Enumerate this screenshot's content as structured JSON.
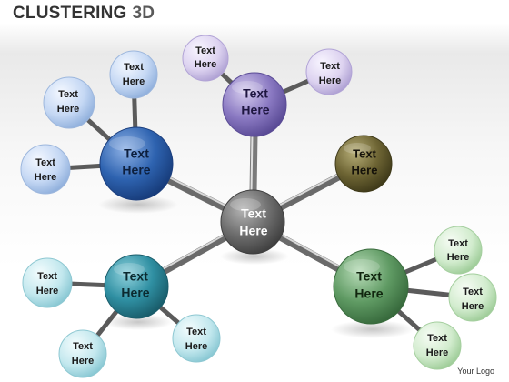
{
  "title": {
    "main": "CLUSTERING",
    "accent": "3D"
  },
  "footer": {
    "logo": "Your Logo"
  },
  "colors": {
    "center": "#6e6e6e",
    "blue": "#2e63b0",
    "purple": "#8a79c2",
    "olive": "#6e6534",
    "teal": "#2f8fa2",
    "green": "#5f9a63"
  },
  "nodes": {
    "center": {
      "line1": "Text",
      "line2": "Here"
    },
    "blue": {
      "line1": "Text",
      "line2": "Here"
    },
    "blue_top": {
      "line1": "Text",
      "line2": "Here"
    },
    "blue_upper": {
      "line1": "Text",
      "line2": "Here"
    },
    "blue_left": {
      "line1": "Text",
      "line2": "Here"
    },
    "purple": {
      "line1": "Text",
      "line2": "Here"
    },
    "purple_left": {
      "line1": "Text",
      "line2": "Here"
    },
    "purple_right": {
      "line1": "Text",
      "line2": "Here"
    },
    "olive": {
      "line1": "Text",
      "line2": "Here"
    },
    "teal": {
      "line1": "Text",
      "line2": "Here"
    },
    "teal_left": {
      "line1": "Text",
      "line2": "Here"
    },
    "teal_bottom": {
      "line1": "Text",
      "line2": "Here"
    },
    "teal_right": {
      "line1": "Text",
      "line2": "Here"
    },
    "green": {
      "line1": "Text",
      "line2": "Here"
    },
    "green_top": {
      "line1": "Text",
      "line2": "Here"
    },
    "green_mid": {
      "line1": "Text",
      "line2": "Here"
    },
    "green_bottom": {
      "line1": "Text",
      "line2": "Here"
    }
  }
}
